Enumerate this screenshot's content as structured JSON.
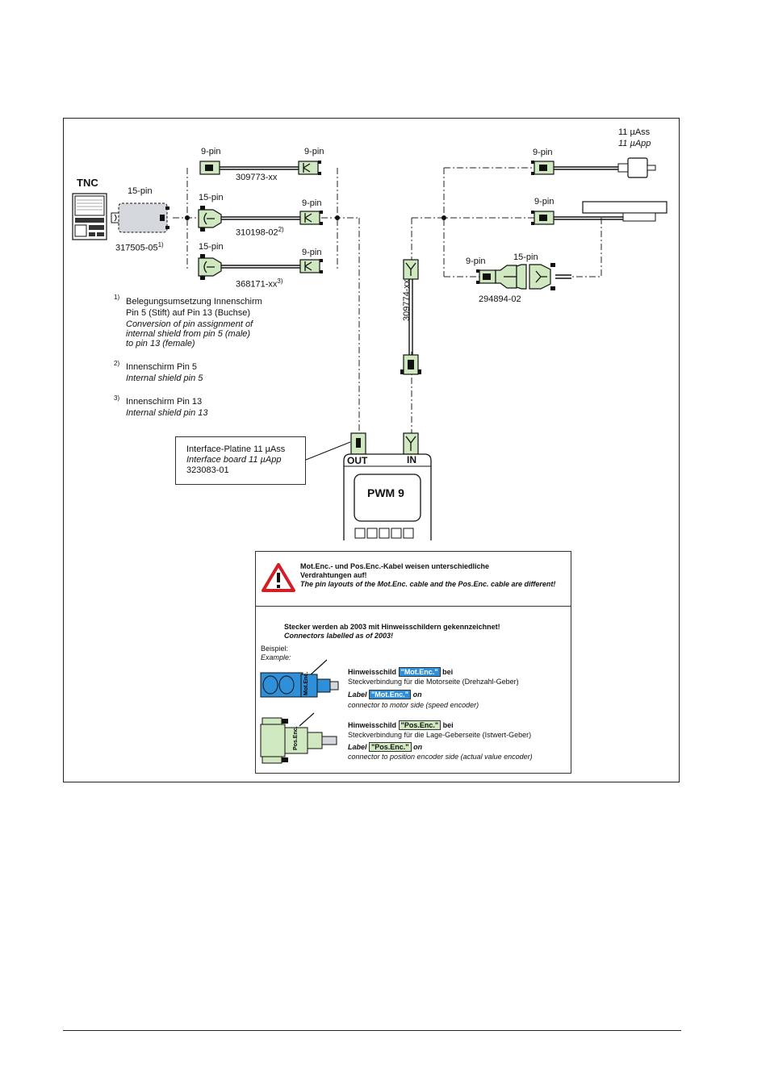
{
  "diagram": {
    "tnc": "TNC",
    "adapter_pins": "15-pin",
    "adapter_part": "317505-05",
    "adapter_part_sup": "1)",
    "cable1": {
      "pin_left": "9-pin",
      "pin_right": "9-pin",
      "part": "309773-xx"
    },
    "cable2": {
      "pin_left": "15-pin",
      "pin_right": "9-pin",
      "part": "310198-02",
      "sup": "2)"
    },
    "cable3": {
      "pin_left": "15-pin",
      "pin_right": "9-pin",
      "part": "368171-xx",
      "sup": "3)"
    },
    "right_top": {
      "line1": "11 µAss",
      "line2": "11 µApp",
      "pin": "9-pin"
    },
    "right_mid": {
      "pin": "9-pin"
    },
    "right_bottom": {
      "pin_left": "9-pin",
      "pin_right": "15-pin",
      "part": "294894-02"
    },
    "vertical_cable": "309774-xx"
  },
  "notes": [
    {
      "num": "1)",
      "lines": [
        "Belegungsumsetzung Innenschirm",
        "Pin 5 (Stift) auf Pin 13 (Buchse)"
      ],
      "italic": [
        "Conversion of pin assignment of",
        "internal shield from pin 5 (male)",
        "to pin 13 (female)"
      ]
    },
    {
      "num": "2)",
      "lines": [
        "Innenschirm Pin 5"
      ],
      "italic": [
        "Internal shield pin 5"
      ]
    },
    {
      "num": "3)",
      "lines": [
        "Innenschirm Pin 13"
      ],
      "italic": [
        "Internal shield pin 13"
      ]
    }
  ],
  "interface_box": {
    "line1": "Interface-Platine 11 µAss",
    "line2": "Interface board 11 µApp",
    "line3": "323083-01"
  },
  "pwm": {
    "out": "OUT",
    "in": "IN",
    "name": "PWM 9"
  },
  "warning": {
    "line1": "Mot.Enc.- und Pos.Enc.-Kabel weisen unterschiedliche",
    "line2": "Verdrahtungen auf!",
    "line3": "The pin layouts of the Mot.Enc. cable and the Pos.Enc. cable are different!",
    "head1": "Stecker werden ab 2003 mit Hinweisschildern gekennzeichnet!",
    "head2": "Connectors labelled as of 2003!",
    "example_de": "Beispiel:",
    "example_en": "Example:",
    "mot": {
      "sign_prefix": "Hinweisschild",
      "tag": "\"Mot.Enc.\"",
      "sign_suffix": "bei",
      "desc_de": "Steckverbindung für die Motorseite (Drehzahl-Geber)",
      "label_prefix": "Label",
      "label_suffix": "on",
      "desc_en": "connector to motor side (speed encoder)",
      "connector_text": "Mot.Enc."
    },
    "pos": {
      "sign_prefix": "Hinweisschild",
      "tag": "\"Pos.Enc.\"",
      "sign_suffix": "bei",
      "desc_de": "Steckverbindung für die Lage-Geberseite (Istwert-Geber)",
      "label_prefix": "Label",
      "label_suffix": "on",
      "desc_en": "connector to position encoder side (actual value encoder)",
      "connector_text": "Pos.Enc."
    }
  },
  "colors": {
    "connector": "#cfe8c0",
    "adapter": "#d4d8dc",
    "blue": "#2f8fd8",
    "warn_red": "#d21f26"
  }
}
